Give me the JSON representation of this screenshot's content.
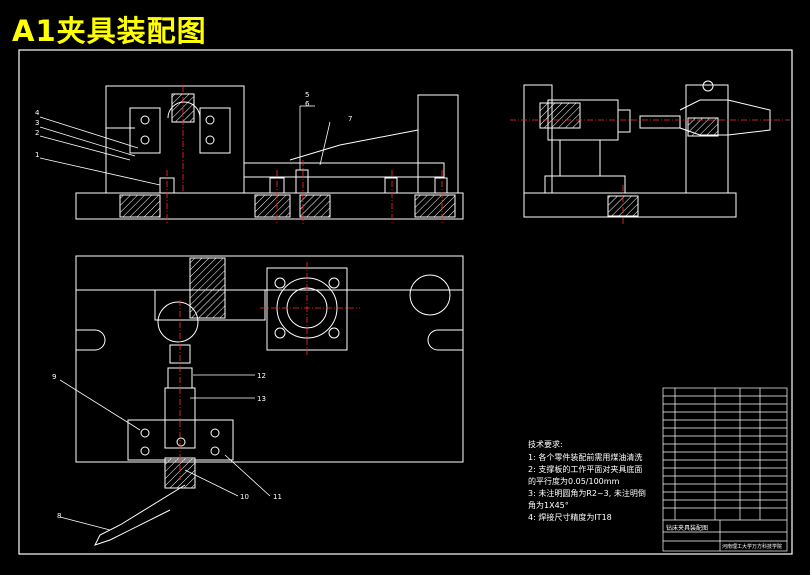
{
  "title": "A1夹具装配图",
  "callouts": [
    "1",
    "2",
    "3",
    "4",
    "5",
    "6",
    "7",
    "8",
    "9",
    "10",
    "11",
    "12",
    "13"
  ],
  "tech_requirements": {
    "heading": "技术要求:",
    "lines": [
      "1: 各个零件装配前需用煤油清洗",
      "2: 支撑板的工作平面对夹具底面",
      "的平行度为0.05/100mm",
      "3: 未注明圆角为R2~3, 未注明倒",
      "角为1X45°",
      "4: 焊接尺寸精度为IT18"
    ]
  },
  "title_block": {
    "drawing_name": "钻床夹具装配图",
    "school": "河南理工大学万方科技学院"
  },
  "colors": {
    "background": "#000000",
    "title": "#ffff00",
    "line": "#ffffff",
    "center": "#ff2a2a",
    "hatch": "#ffffff"
  }
}
